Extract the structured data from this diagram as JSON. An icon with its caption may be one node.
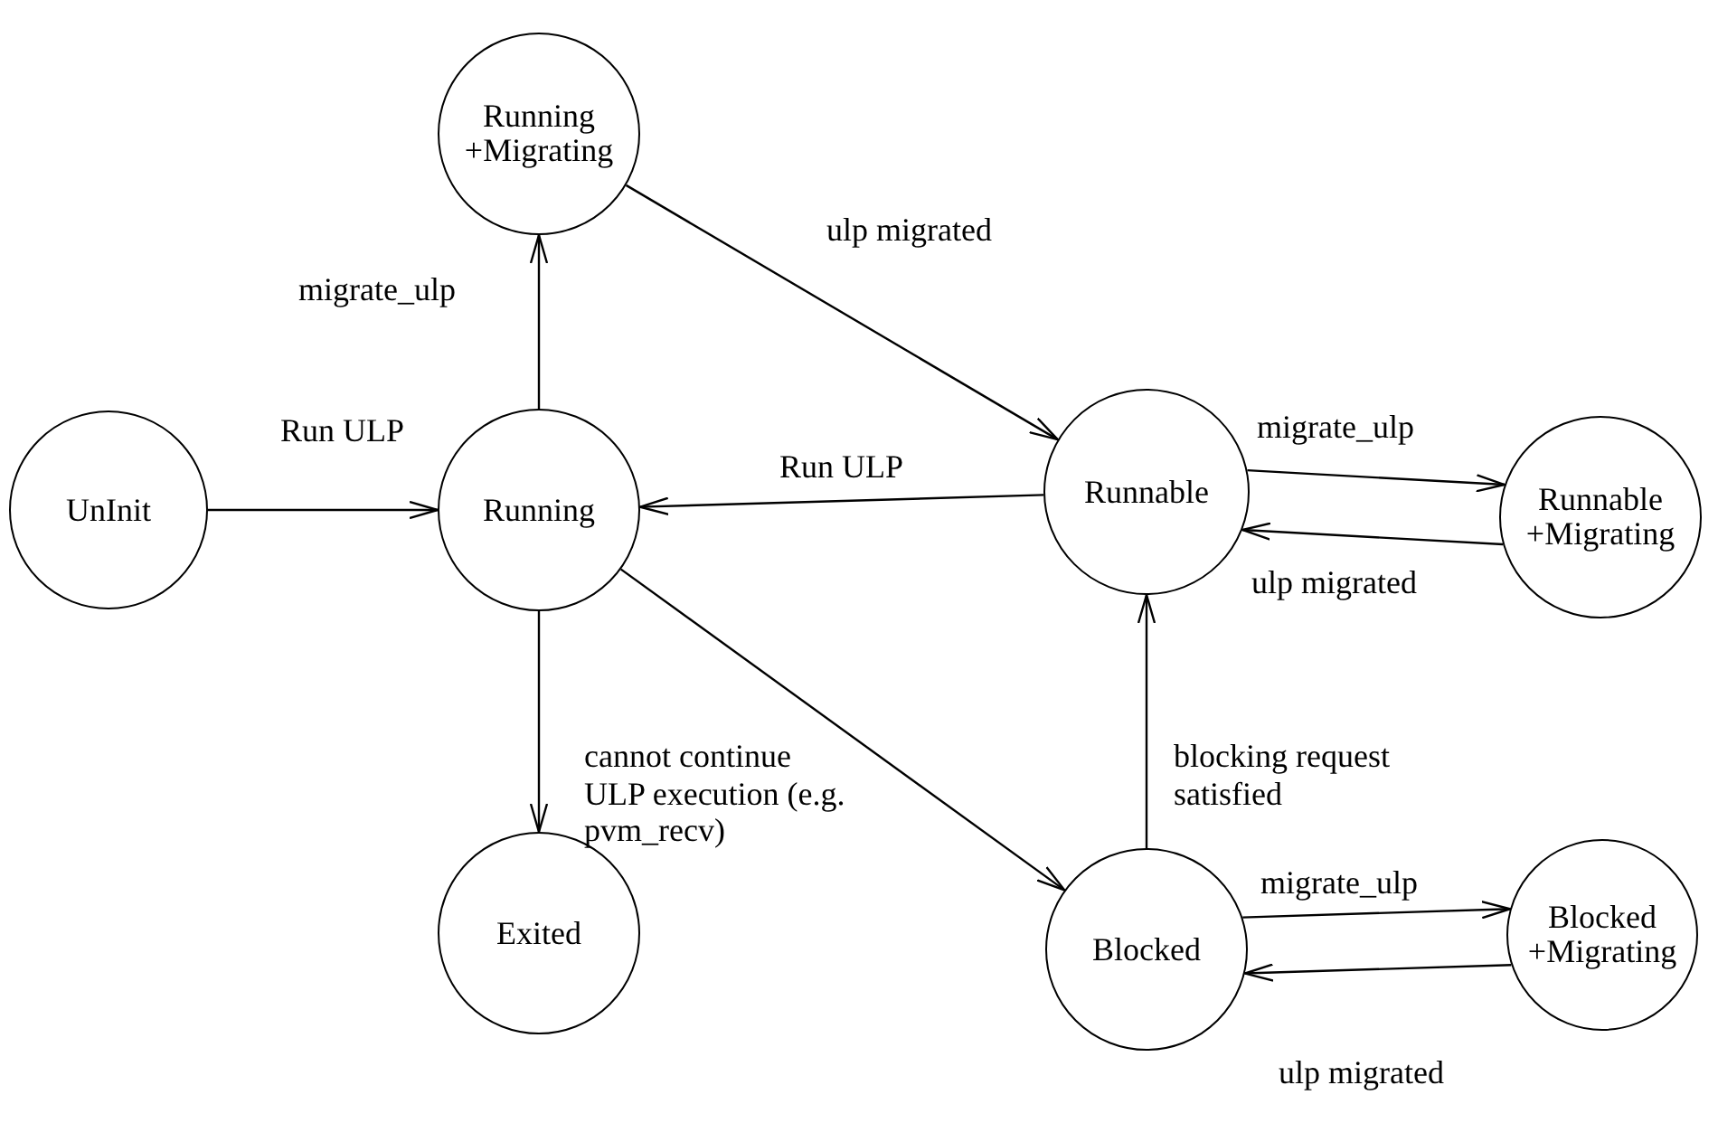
{
  "diagram": {
    "nodes": [
      {
        "text": [
          "Running +Migrating"
        ]
      },
      {
        "text": [
          "UnInit"
        ]
      },
      {
        "text": [
          "Running"
        ]
      },
      {
        "text": [
          "Runnable"
        ]
      },
      {
        "text": [
          "Runnable +Migrating"
        ]
      },
      {
        "text": [
          "Exited"
        ]
      },
      {
        "text": [
          "Blocked"
        ]
      },
      {
        "text": [
          "Blocked +Migrating"
        ]
      }
    ],
    "edges": [
      {
        "from": 2,
        "to": 0,
        "arrow": "to",
        "label": "migrate_ulp"
      },
      {
        "from": 0,
        "to": 3,
        "arrow": "to",
        "label": "ulp migrated"
      },
      {
        "from": 1,
        "to": 2,
        "arrow": "to",
        "label": "Run ULP"
      },
      {
        "from": 3,
        "to": 2,
        "arrow": "to",
        "label": "Run ULP"
      },
      {
        "from": 3,
        "to": 4,
        "arrow": "to",
        "label": "migrate_ulp"
      },
      {
        "from": 4,
        "to": 3,
        "arrow": "to",
        "label": "ulp migrated"
      },
      {
        "from": 2,
        "to": 5,
        "arrow": "to"
      },
      {
        "from": 2,
        "to": 6,
        "arrow": "to",
        "label": "cannot continue ULP execution (e.g. pvm_recv)"
      },
      {
        "from": 6,
        "to": 3,
        "arrow": "to",
        "label": "blocking request satisfied"
      },
      {
        "from": 6,
        "to": 7,
        "arrow": "to",
        "label": "migrate_ulp"
      },
      {
        "from": 7,
        "to": 6,
        "arrow": "to",
        "label": "ulp migrated"
      }
    ]
  }
}
